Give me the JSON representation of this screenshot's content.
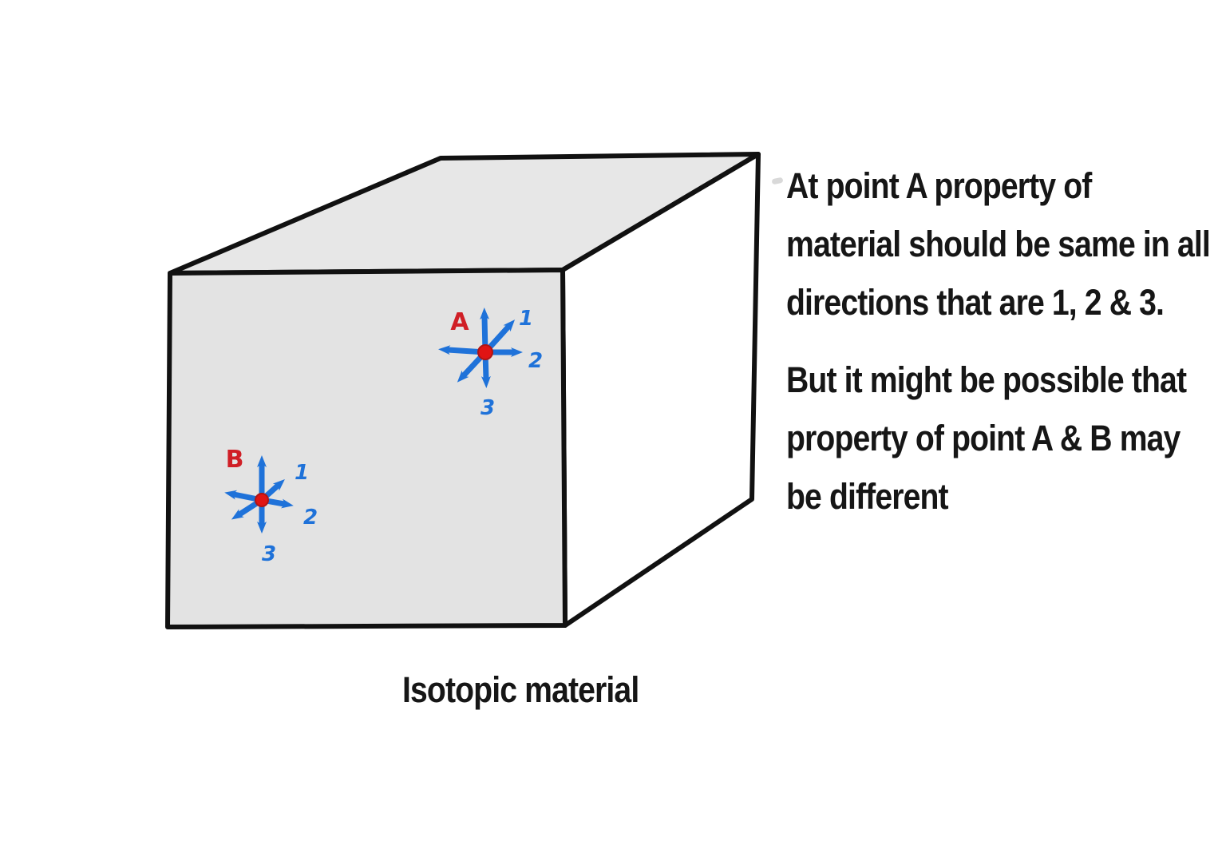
{
  "figure": {
    "caption": "Isotopic material",
    "point_a": {
      "label": "A",
      "dir1": "1",
      "dir2": "2",
      "dir3": "3"
    },
    "point_b": {
      "label": "B",
      "dir1": "1",
      "dir2": "2",
      "dir3": "3"
    }
  },
  "notes": {
    "para1": {
      "line1": "At point A property of",
      "line2": "material should be same in all",
      "line3": "directions that are 1, 2 & 3."
    },
    "para2": {
      "line1": "But it might be possible that",
      "line2": "property of point A & B may",
      "line3": "be different"
    }
  },
  "colors": {
    "background": "#ffffff",
    "ink": "#111111",
    "arrow_blue": "#1f72d9",
    "label_red": "#d01f26",
    "dot_red": "#e01414",
    "box_front_fill": "#e3e3e3",
    "box_top_fill": "#e7e7e7",
    "box_right_fill": "#ffffff"
  }
}
